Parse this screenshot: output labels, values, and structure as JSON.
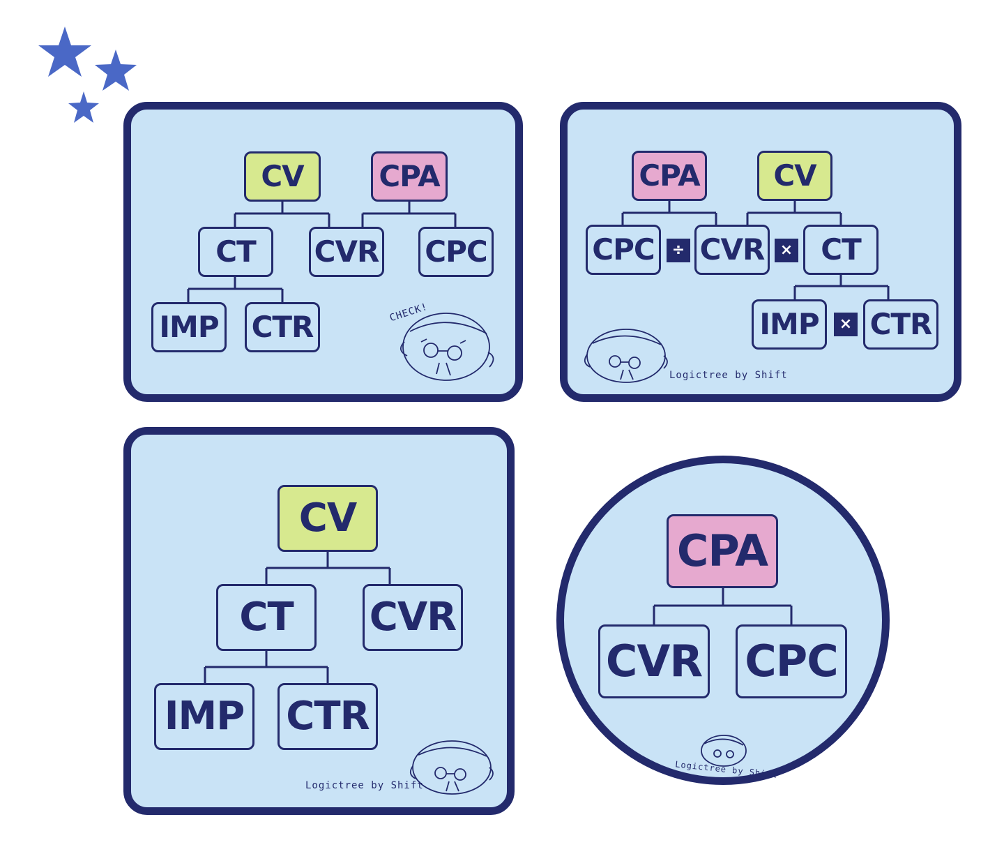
{
  "colors": {
    "card_bg": "#c9e3f6",
    "border": "#232a6c",
    "cv_green": "#d7e98f",
    "cpa_pink": "#e6a9cf",
    "star_blue": "#4a68c6"
  },
  "decoration": {
    "stars_icon": "three-stars-icon"
  },
  "card1": {
    "nodes": {
      "cv": "CV",
      "cpa": "CPA",
      "ct": "CT",
      "cvr": "CVR",
      "cpc": "CPC",
      "imp": "IMP",
      "ctr": "CTR"
    },
    "check_label": "CHECK!"
  },
  "card2": {
    "nodes": {
      "cpa": "CPA",
      "cv": "CV",
      "cpc": "CPC",
      "cvr": "CVR",
      "ct": "CT",
      "imp": "IMP",
      "ctr": "CTR"
    },
    "operators": {
      "divide": "÷",
      "times1": "×",
      "times2": "×"
    },
    "credit": "Logictree by Shift"
  },
  "card3": {
    "nodes": {
      "cv": "CV",
      "ct": "CT",
      "cvr": "CVR",
      "imp": "IMP",
      "ctr": "CTR"
    },
    "credit": "Logictree by Shift"
  },
  "card4": {
    "nodes": {
      "cpa": "CPA",
      "cvr": "CVR",
      "cpc": "CPC"
    },
    "credit": "Logictree by Shift"
  }
}
